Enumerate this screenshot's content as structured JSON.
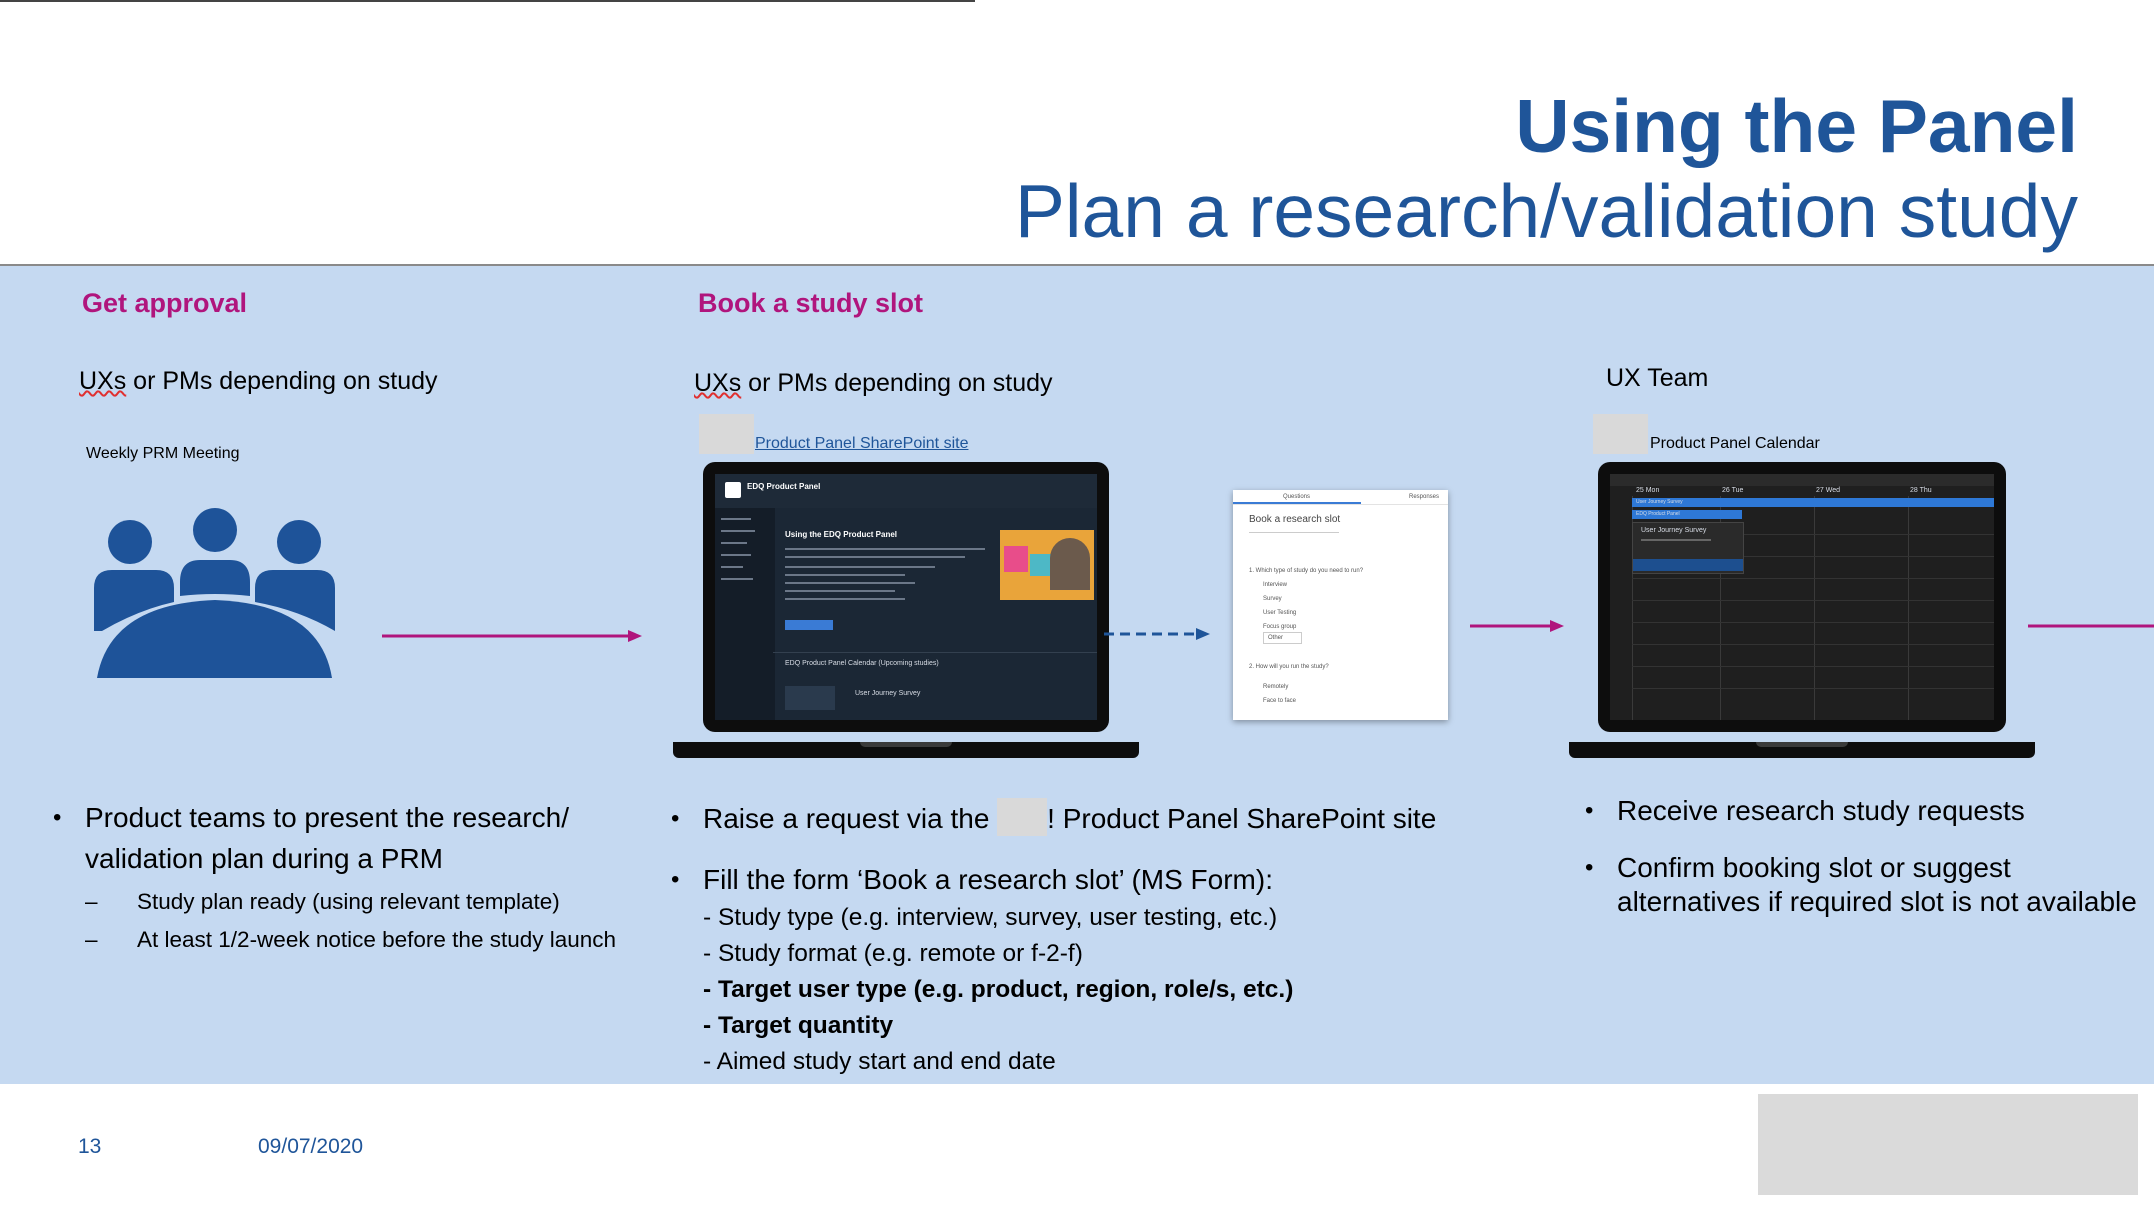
{
  "slide": {
    "title_main": "Using the Panel",
    "title_sub": "Plan a research/validation study",
    "page_number": "13",
    "date": "09/07/2020"
  },
  "col1": {
    "heading": "Get approval",
    "who_prefix": "UXs",
    "who_suffix": " or PMs depending on study",
    "caption": "Weekly PRM Meeting",
    "bullet_main": "Product teams to present the research/ validation plan during a PRM",
    "sub_bullets": [
      "Study plan ready (using relevant template)",
      "At least 1/2-week notice before the study launch"
    ]
  },
  "col2": {
    "heading": "Book a study slot",
    "who_prefix": "UXs",
    "who_suffix": " or PMs depending on study",
    "link_text": "Product Panel SharePoint site",
    "bullet1_prefix": "Raise a request via the ",
    "bullet1_suffix": "! Product Panel SharePoint site",
    "bullet2": "Fill the form ‘Book a research slot’ (MS Form):",
    "form_items": [
      {
        "text": "- Study type (e.g. interview, survey, user testing, etc.)",
        "bold": false
      },
      {
        "text": "- Study format (e.g. remote or f-2-f)",
        "bold": false
      },
      {
        "text": "- Target user type (e.g. product, region, role/s, etc.)",
        "bold": true
      },
      {
        "text": "- Target quantity",
        "bold": true
      },
      {
        "text": "- Aimed study start and end date",
        "bold": false
      }
    ],
    "mock_sharepoint": {
      "site_name": "EDQ Product Panel",
      "page_heading": "Using the EDQ Product Panel",
      "calendar_heading": "EDQ Product Panel Calendar (Upcoming studies)",
      "event": "User Journey Survey"
    },
    "mock_form": {
      "tab_left": "Questions",
      "tab_right": "Responses",
      "title": "Book a research slot",
      "q1": "1. Which type of study do you need to run?",
      "q1_options": [
        "Interview",
        "Survey",
        "User Testing",
        "Focus group",
        "Other"
      ],
      "q2": "2. How will you run the study?",
      "q2_options": [
        "Remotely",
        "Face to face"
      ]
    }
  },
  "col3": {
    "who": "UX Team",
    "caption": "Product Panel Calendar",
    "bullets": [
      "Receive research study requests",
      "Confirm booking slot or suggest alternatives if required slot is not available"
    ],
    "mock_calendar": {
      "days": [
        "25 Mon",
        "26 Tue",
        "27 Wed",
        "28 Thu"
      ],
      "event1": "User Journey Survey",
      "event2": "EDQ Product Panel",
      "popup_title": "User Journey Survey"
    }
  },
  "colors": {
    "title_blue": "#1f5599",
    "heading_magenta": "#b0157d",
    "panel_bg": "#c5d9f1",
    "arrow_magenta": "#b0157d",
    "arrow_dashed_blue": "#1f5599"
  }
}
